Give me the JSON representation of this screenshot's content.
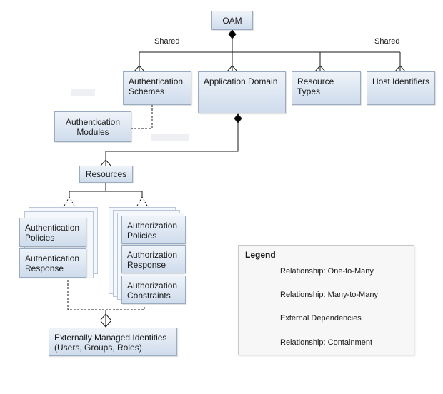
{
  "nodes": {
    "oam": "OAM",
    "auth_schemes": [
      "Authentication",
      "Schemes"
    ],
    "app_domain": "Application Domain",
    "resource_types": [
      "Resource",
      "Types"
    ],
    "host_identifiers": "Host Identifiers",
    "auth_modules": [
      "Authentication",
      "Modules"
    ],
    "resources": "Resources",
    "authn_policies": [
      "Authentication",
      "Policies"
    ],
    "authn_response": [
      "Authentication",
      "Response"
    ],
    "authz_policies": [
      "Authorization",
      "Policies"
    ],
    "authz_response": [
      "Authorization",
      "Response"
    ],
    "authz_constraints": [
      "Authorization",
      "Constraints"
    ],
    "identities": [
      "Externally Managed Identities",
      "(Users, Groups, Roles)"
    ]
  },
  "labels": {
    "shared_left": "Shared",
    "shared_right": "Shared"
  },
  "legend": {
    "title": "Legend",
    "one_to_many": "Relationship: One-to-Many",
    "many_to_many": "Relationship: Many-to-Many",
    "external": "External Dependencies",
    "containment": "Relationship: Containment"
  }
}
